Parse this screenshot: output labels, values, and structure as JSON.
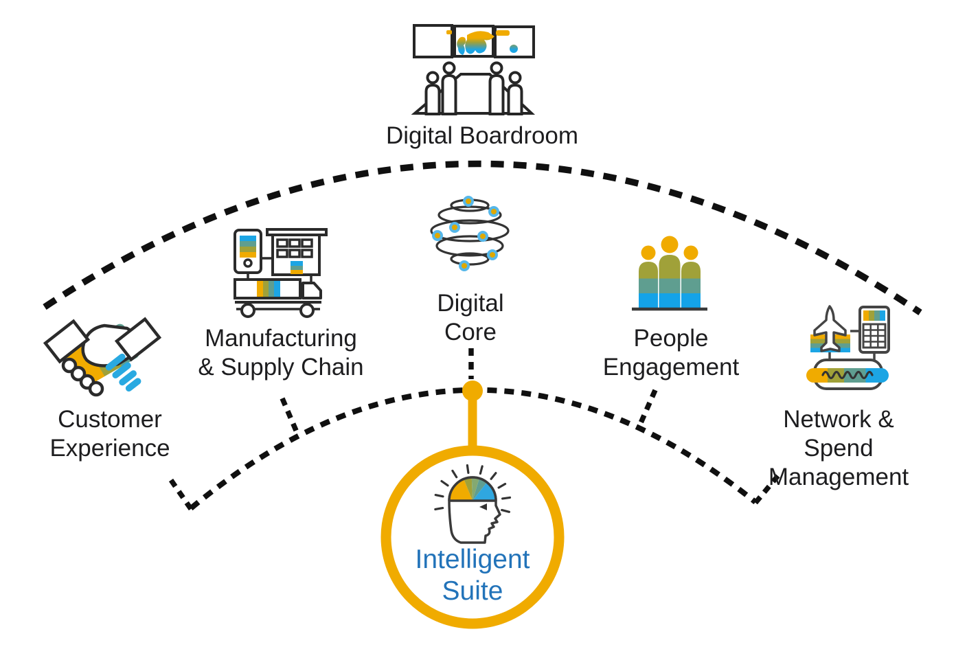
{
  "diagram": {
    "boardroom": {
      "label": "Digital Boardroom"
    },
    "spokes": [
      {
        "id": "customer-experience",
        "label": "Customer\nExperience"
      },
      {
        "id": "manufacturing-supply-chain",
        "label": "Manufacturing\n& Supply Chain"
      },
      {
        "id": "digital-core",
        "label": "Digital\nCore"
      },
      {
        "id": "people-engagement",
        "label": "People\nEngagement"
      },
      {
        "id": "network-spend-management",
        "label": "Network & Spend\nManagement"
      }
    ],
    "center": {
      "label": "Intelligent\nSuite"
    }
  },
  "icons": {
    "boardroom": "boardroom-screens-table-icon",
    "customer_experience": "handshake-icon",
    "manufacturing": "factory-truck-icon",
    "digital_core": "wireframe-sphere-icon",
    "people": "people-group-icon",
    "network": "plane-calculator-hotdog-icon",
    "intelligent_suite": "thinking-head-icon"
  },
  "colors": {
    "gold": "#F0AB00",
    "olive": "#A0A139",
    "green": "#84A971",
    "teal": "#5F9E90",
    "blue": "#1CA5E4",
    "suite_text_blue": "#2273B9",
    "ink": "#1d1d1f",
    "dash": "#101010"
  }
}
